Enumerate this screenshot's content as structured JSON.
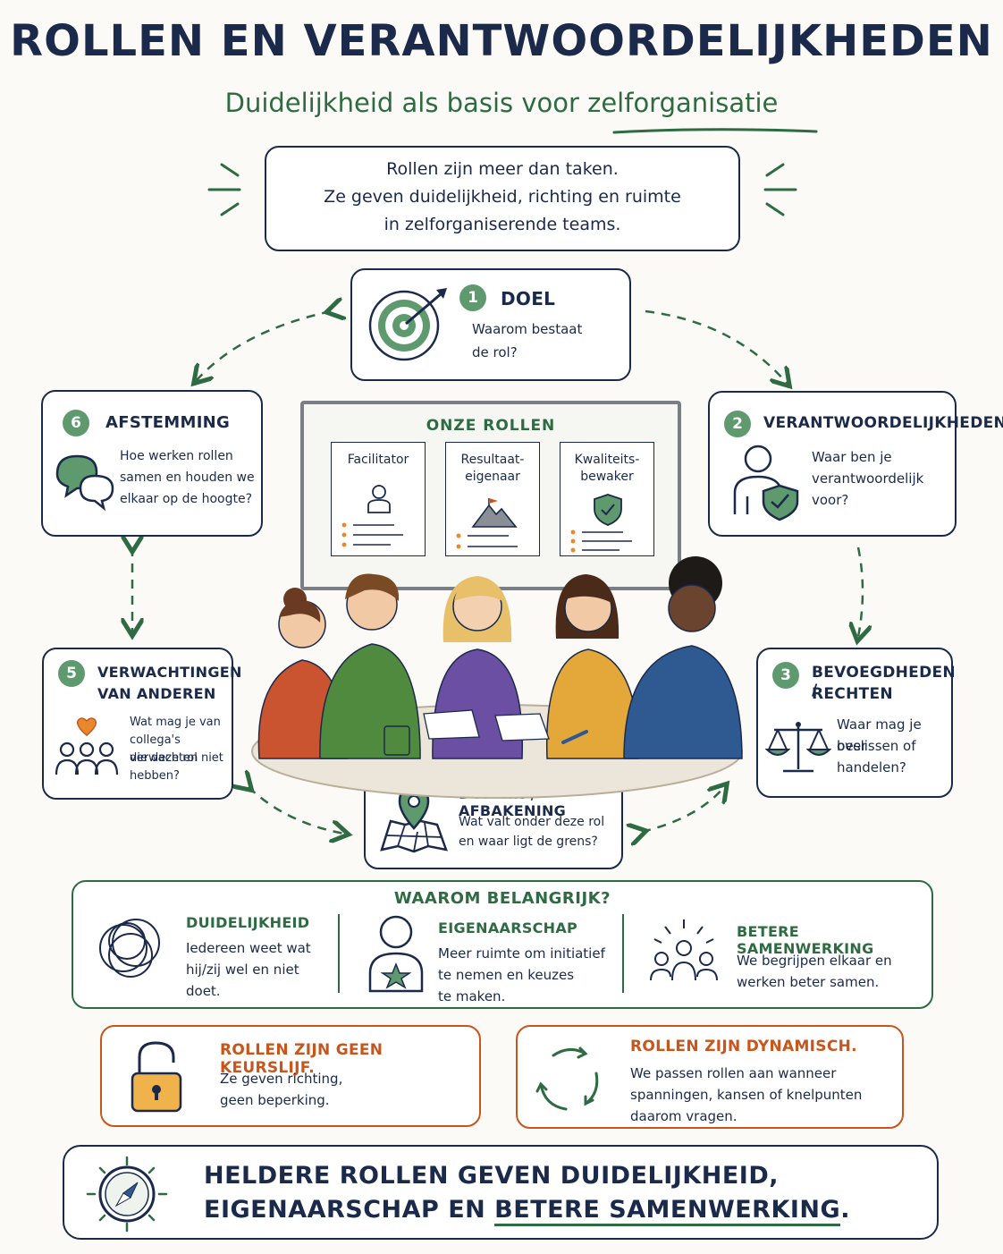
{
  "title": "ROLLEN EN VERANTWOORDELIJKHEDEN",
  "subtitle": "Duidelijkheid als basis voor zelforganisatie",
  "intro": {
    "line1": "Rollen zijn meer dan taken.",
    "line2": "Ze geven duidelijkheid, richting en ruimte",
    "line3": "in zelforganiserende teams."
  },
  "steps": [
    {
      "number": "1",
      "title": "DOEL",
      "question_line1": "Waarom bestaat",
      "question_line2": "de rol?",
      "icon": "target-icon"
    },
    {
      "number": "2",
      "title": "VERANTWOORDELIJKHEDEN",
      "question_line1": "Waar ben je",
      "question_line2": "verantwoordelijk",
      "question_line3": "voor?",
      "icon": "person-shield-icon"
    },
    {
      "number": "3",
      "title_line1": "BEVOEGDHEDEN /",
      "title_line2": "RECHTEN",
      "question_line1": "Waar mag je over",
      "question_line2": "beslissen of",
      "question_line3": "handelen?",
      "icon": "scales-icon"
    },
    {
      "title": "DOMEIN / AFBAKENING",
      "question_line1": "Wat valt onder deze rol",
      "question_line2": "en waar ligt de grens?",
      "icon": "map-pin-icon"
    },
    {
      "number": "5",
      "title_line1": "VERWACHTINGEN",
      "title_line2": "VAN ANDEREN",
      "question_line1": "Wat mag je van",
      "question_line2": "collega's verwachten",
      "question_line3": "die deze rol niet",
      "question_line4": "hebben?",
      "icon": "people-heart-icon"
    },
    {
      "number": "6",
      "title": "AFSTEMMING",
      "question_line1": "Hoe werken rollen",
      "question_line2": "samen en houden we",
      "question_line3": "elkaar op de hoogte?",
      "icon": "chat-bubbles-icon"
    }
  ],
  "board": {
    "title": "ONZE ROLLEN",
    "cards": [
      {
        "line1": "Facilitator",
        "line2": ""
      },
      {
        "line1": "Resultaat-",
        "line2": "eigenaar"
      },
      {
        "line1": "Kwaliteits-",
        "line2": "bewaker"
      }
    ]
  },
  "why": {
    "title": "WAAROM BELANGRIJK?",
    "items": [
      {
        "title": "DUIDELIJKHEID",
        "line1": "Iedereen weet wat",
        "line2": "hij/zij wel en niet",
        "line3": "doet.",
        "icon": "overlapping-circles-icon"
      },
      {
        "title": "EIGENAARSCHAP",
        "line1": "Meer ruimte om initiatief",
        "line2": "te nemen en keuzes",
        "line3": "te maken.",
        "icon": "person-star-icon"
      },
      {
        "title": "BETERE SAMENWERKING",
        "line1": "We begrijpen elkaar en",
        "line2": "werken beter samen.",
        "icon": "group-icon"
      }
    ]
  },
  "notes": [
    {
      "title": "ROLLEN ZIJN GEEN KEURSLIJF.",
      "line1": "Ze geven richting,",
      "line2": "geen beperking.",
      "icon": "unlocked-padlock-icon"
    },
    {
      "title": "ROLLEN ZIJN DYNAMISCH.",
      "line1": "We passen rollen aan wanneer",
      "line2": "spanningen, kansen of knelpunten",
      "line3": "daarom vragen.",
      "icon": "cycle-arrows-icon"
    }
  ],
  "conclusion": {
    "line1": "HELDERE ROLLEN GEVEN DUIDELIJKHEID,",
    "line2_prefix": "EIGENAARSCHAP EN ",
    "line2_emphasis": "BETERE SAMENWERKING",
    "line2_suffix": ".",
    "icon": "compass-icon"
  },
  "colors": {
    "navy": "#1b2a4a",
    "green": "#2e6b43",
    "light_green": "#5f9a6f",
    "orange": "#c8561c",
    "background": "#fbfaf6"
  }
}
